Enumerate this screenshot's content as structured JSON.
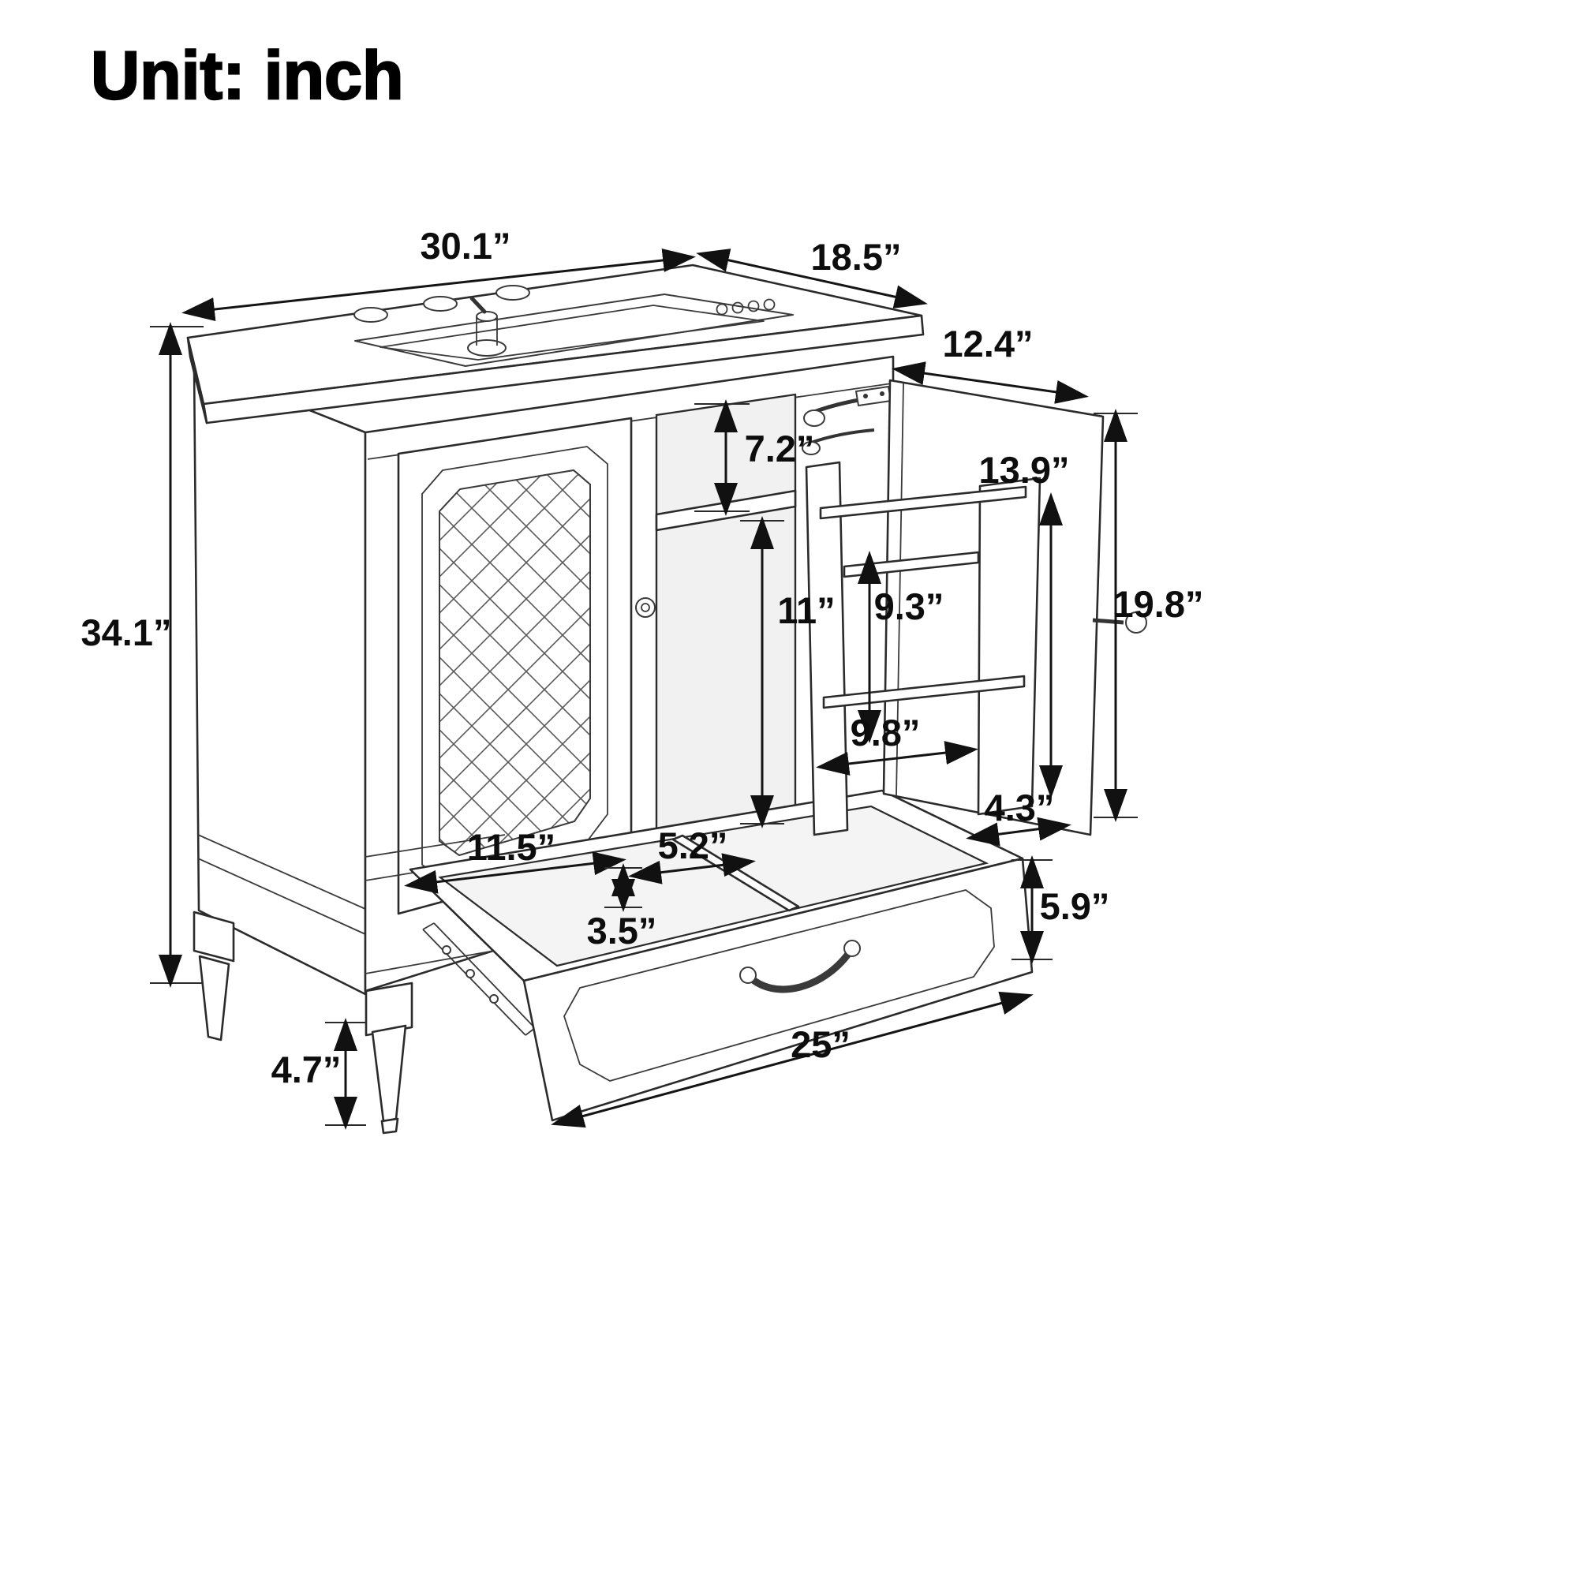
{
  "unit_label": "Unit: inch",
  "dims": {
    "top_width": "30.1”",
    "top_depth": "18.5”",
    "open_door_width": "12.4”",
    "upper_shelf_height": "7.2”",
    "rack_panel_height": "13.9”",
    "open_door_height": "19.8”",
    "lower_space_height": "11”",
    "rack_inner_height": "9.3”",
    "rack_width": "9.8”",
    "rack_depth": "4.3”",
    "overall_height": "34.1”",
    "drawer_left_section": "11.5”",
    "drawer_right_section": "5.2”",
    "divider_height": "3.5”",
    "drawer_side_height": "5.9”",
    "drawer_width": "25”",
    "leg_height": "4.7”"
  }
}
